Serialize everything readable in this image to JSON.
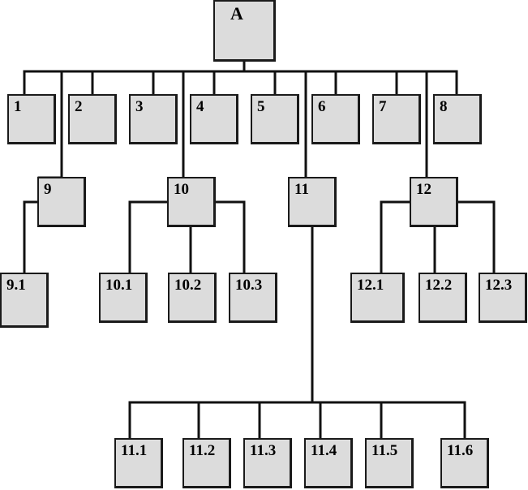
{
  "colors": {
    "node_fill": "#dcdcdc",
    "node_border": "#1a1a1a",
    "line": "#111111"
  },
  "diagram": {
    "root": {
      "id": "A",
      "label": "A"
    },
    "level1": [
      {
        "id": "1",
        "label": "1"
      },
      {
        "id": "2",
        "label": "2"
      },
      {
        "id": "3",
        "label": "3"
      },
      {
        "id": "4",
        "label": "4"
      },
      {
        "id": "5",
        "label": "5"
      },
      {
        "id": "6",
        "label": "6"
      },
      {
        "id": "7",
        "label": "7"
      },
      {
        "id": "8",
        "label": "8"
      }
    ],
    "level2": [
      {
        "id": "9",
        "label": "9"
      },
      {
        "id": "10",
        "label": "10"
      },
      {
        "id": "11",
        "label": "11"
      },
      {
        "id": "12",
        "label": "12"
      }
    ],
    "level3": [
      {
        "id": "9.1",
        "label": "9.1",
        "parent": "9"
      },
      {
        "id": "10.1",
        "label": "10.1",
        "parent": "10"
      },
      {
        "id": "10.2",
        "label": "10.2",
        "parent": "10"
      },
      {
        "id": "10.3",
        "label": "10.3",
        "parent": "10"
      },
      {
        "id": "12.1",
        "label": "12.1",
        "parent": "12"
      },
      {
        "id": "12.2",
        "label": "12.2",
        "parent": "12"
      },
      {
        "id": "12.3",
        "label": "12.3",
        "parent": "12"
      }
    ],
    "level4": [
      {
        "id": "11.1",
        "label": "11.1",
        "parent": "11"
      },
      {
        "id": "11.2",
        "label": "11.2",
        "parent": "11"
      },
      {
        "id": "11.3",
        "label": "11.3",
        "parent": "11"
      },
      {
        "id": "11.4",
        "label": "11.4",
        "parent": "11"
      },
      {
        "id": "11.5",
        "label": "11.5",
        "parent": "11"
      },
      {
        "id": "11.6",
        "label": "11.6",
        "parent": "11"
      }
    ]
  }
}
